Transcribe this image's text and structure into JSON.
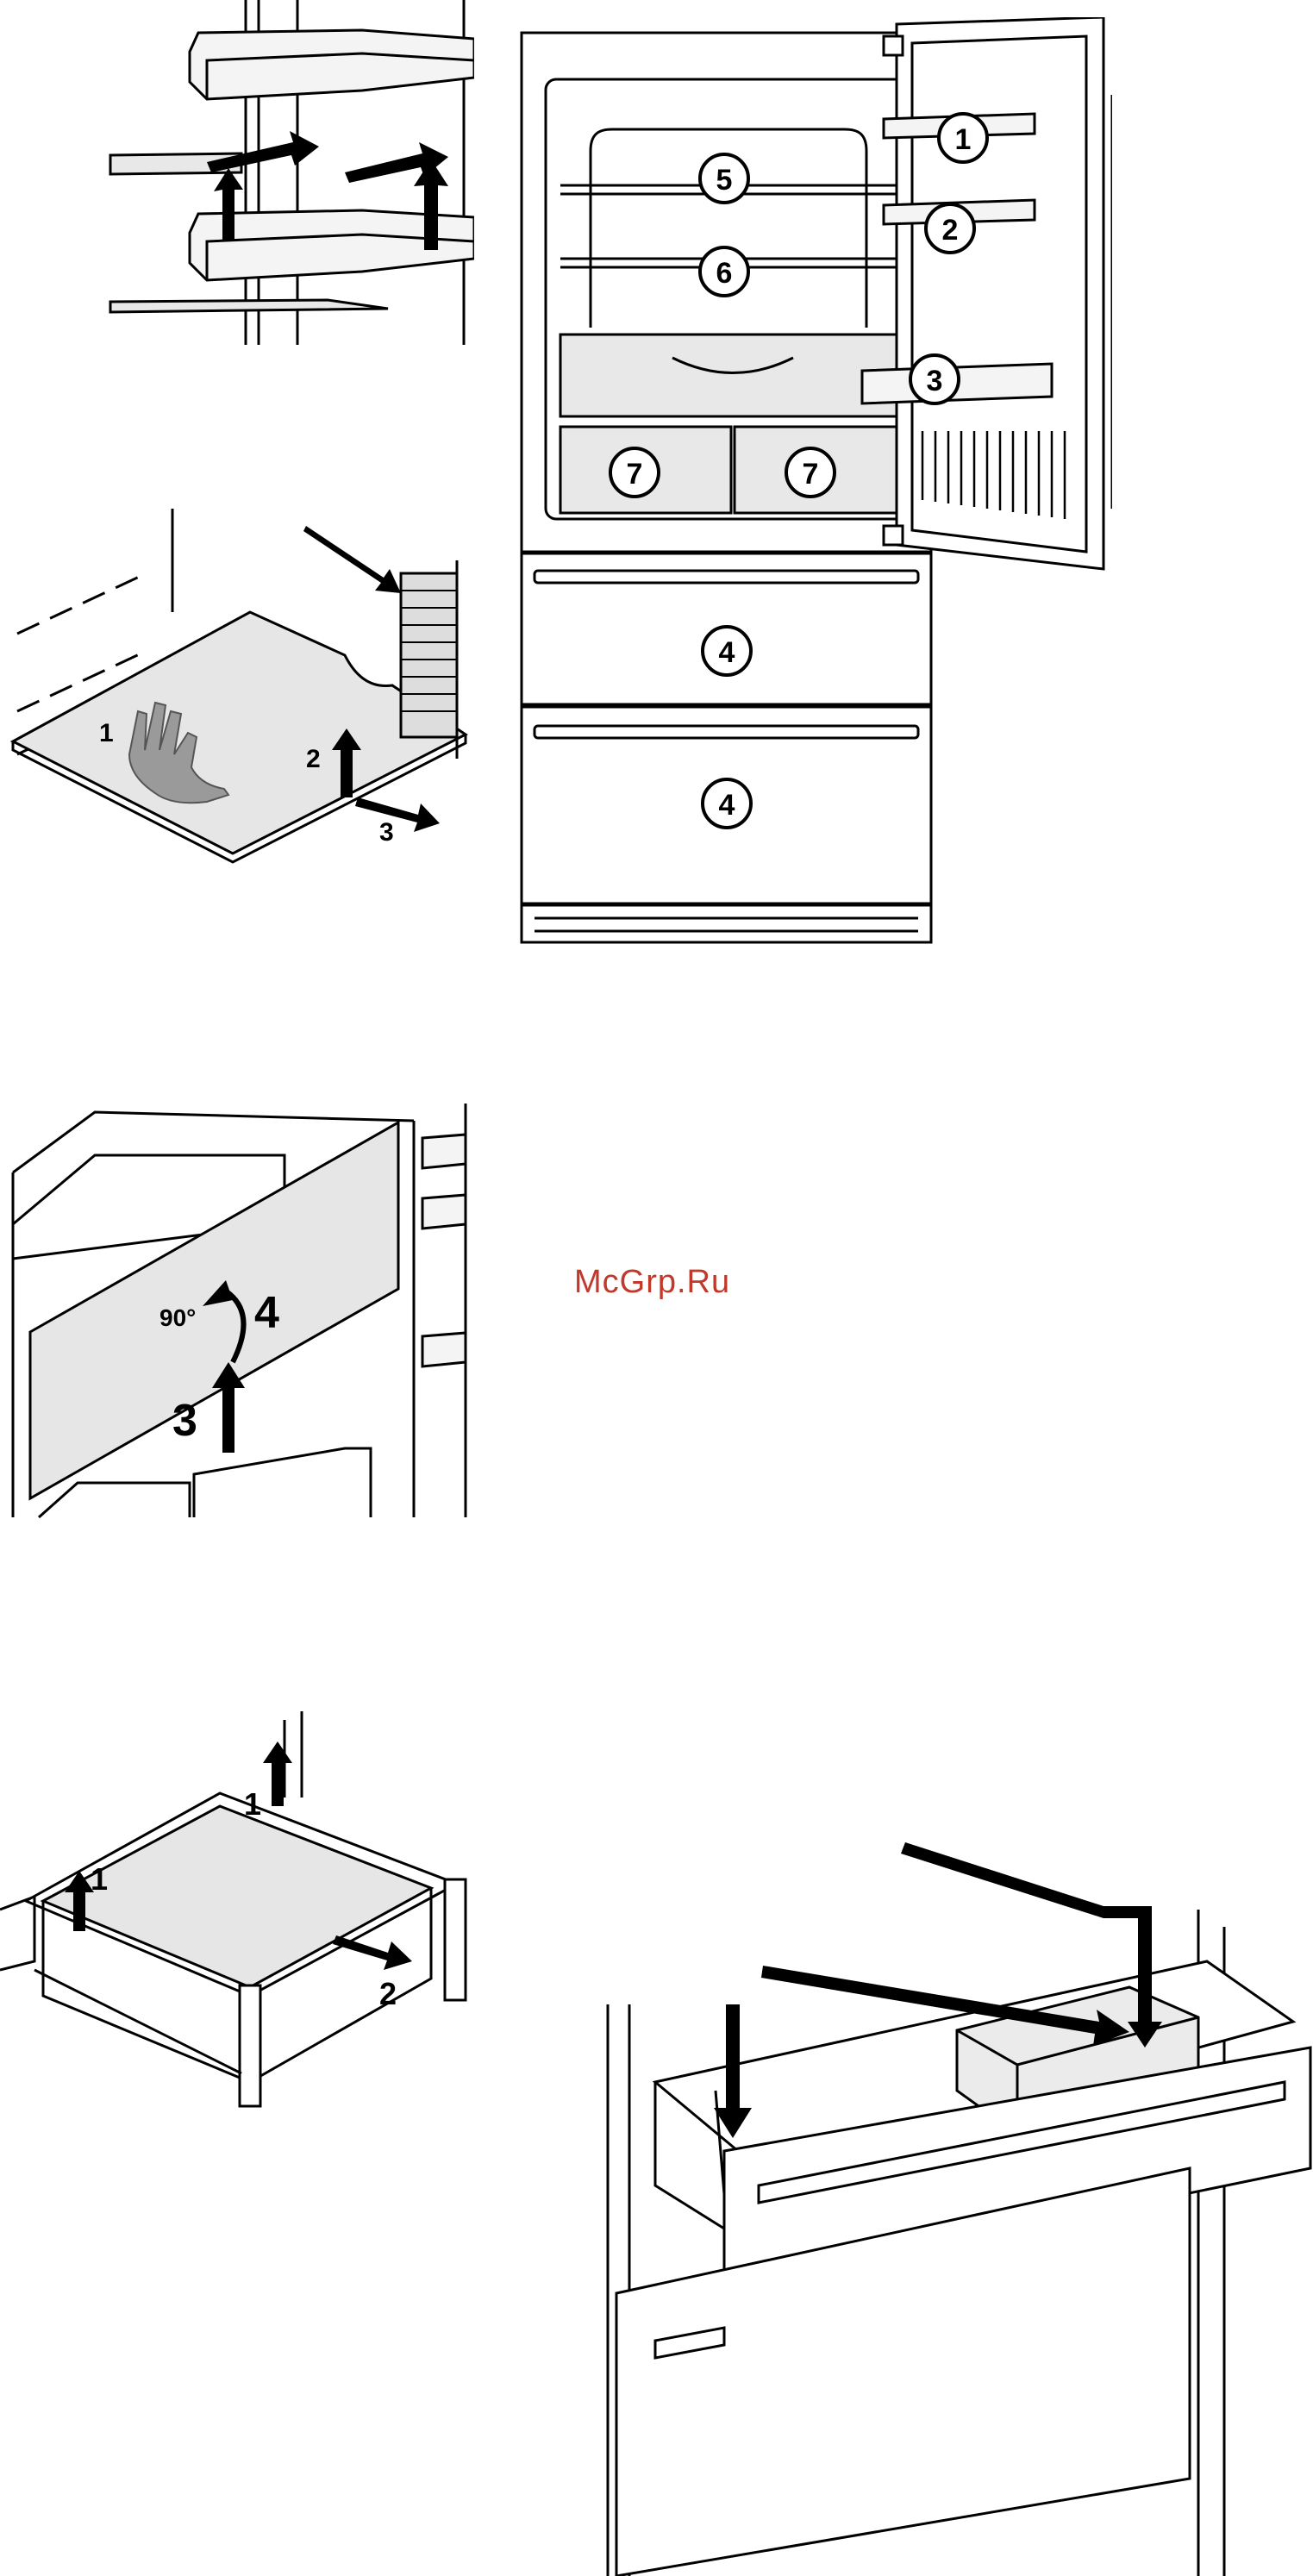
{
  "watermark": "McGrp.Ru",
  "fridge_overview": {
    "callouts": [
      {
        "id": "shelf-1",
        "label": "1"
      },
      {
        "id": "shelf-2",
        "label": "2"
      },
      {
        "id": "shelf-3",
        "label": "3"
      },
      {
        "id": "glass-shelf-5",
        "label": "5"
      },
      {
        "id": "glass-shelf-6",
        "label": "6"
      },
      {
        "id": "crisper-7-left",
        "label": "7"
      },
      {
        "id": "crisper-7-right",
        "label": "7"
      },
      {
        "id": "freezer-drawer-4-top",
        "label": "4"
      },
      {
        "id": "freezer-drawer-4-bottom",
        "label": "4"
      }
    ]
  },
  "shelf_removal": {
    "steps": [
      "1",
      "2",
      "3"
    ]
  },
  "divider_panel": {
    "steps": [
      "3",
      "4"
    ],
    "angle_label": "90°"
  },
  "drawer_removal": {
    "steps": [
      "1",
      "1",
      "2"
    ]
  }
}
